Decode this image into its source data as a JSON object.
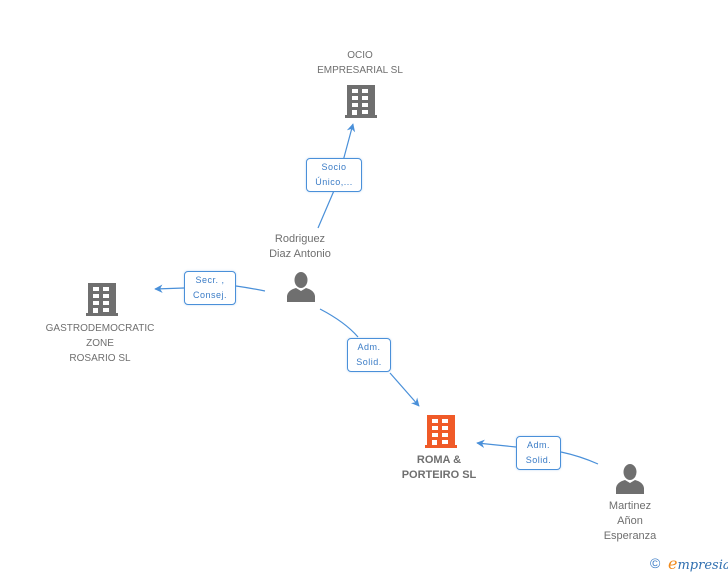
{
  "colors": {
    "edge": "#4a90d9",
    "node_gray": "#6f6f6f",
    "node_main": "#f05a28",
    "text": "#6f6f6f",
    "edge_text": "#3b7cc6"
  },
  "nodes": [
    {
      "id": "ocio",
      "type": "company",
      "label": "OCIO\nEMPRESARIAL SL",
      "main": false
    },
    {
      "id": "rodriguez",
      "type": "person",
      "label": "Rodriguez\nDiaz Antonio",
      "main": false
    },
    {
      "id": "gastro",
      "type": "company",
      "label": "GASTRODEMOCRATIC\nZONE\nROSARIO SL",
      "main": false
    },
    {
      "id": "roma",
      "type": "company",
      "label": "ROMA &\nPORTEIRO SL",
      "main": true
    },
    {
      "id": "martinez",
      "type": "person",
      "label": "Martinez\nAñon\nEsperanza",
      "main": false
    }
  ],
  "edges": [
    {
      "from": "rodriguez",
      "to": "ocio",
      "label": "Socio\nÚnico,..."
    },
    {
      "from": "rodriguez",
      "to": "gastro",
      "label": "Secr. ,\nConsej."
    },
    {
      "from": "rodriguez",
      "to": "roma",
      "label": "Adm.\nSolid."
    },
    {
      "from": "martinez",
      "to": "roma",
      "label": "Adm.\nSolid."
    }
  ],
  "footer": {
    "copyright_symbol": "©",
    "brand_initial": "e",
    "brand_rest": "mpresia"
  }
}
